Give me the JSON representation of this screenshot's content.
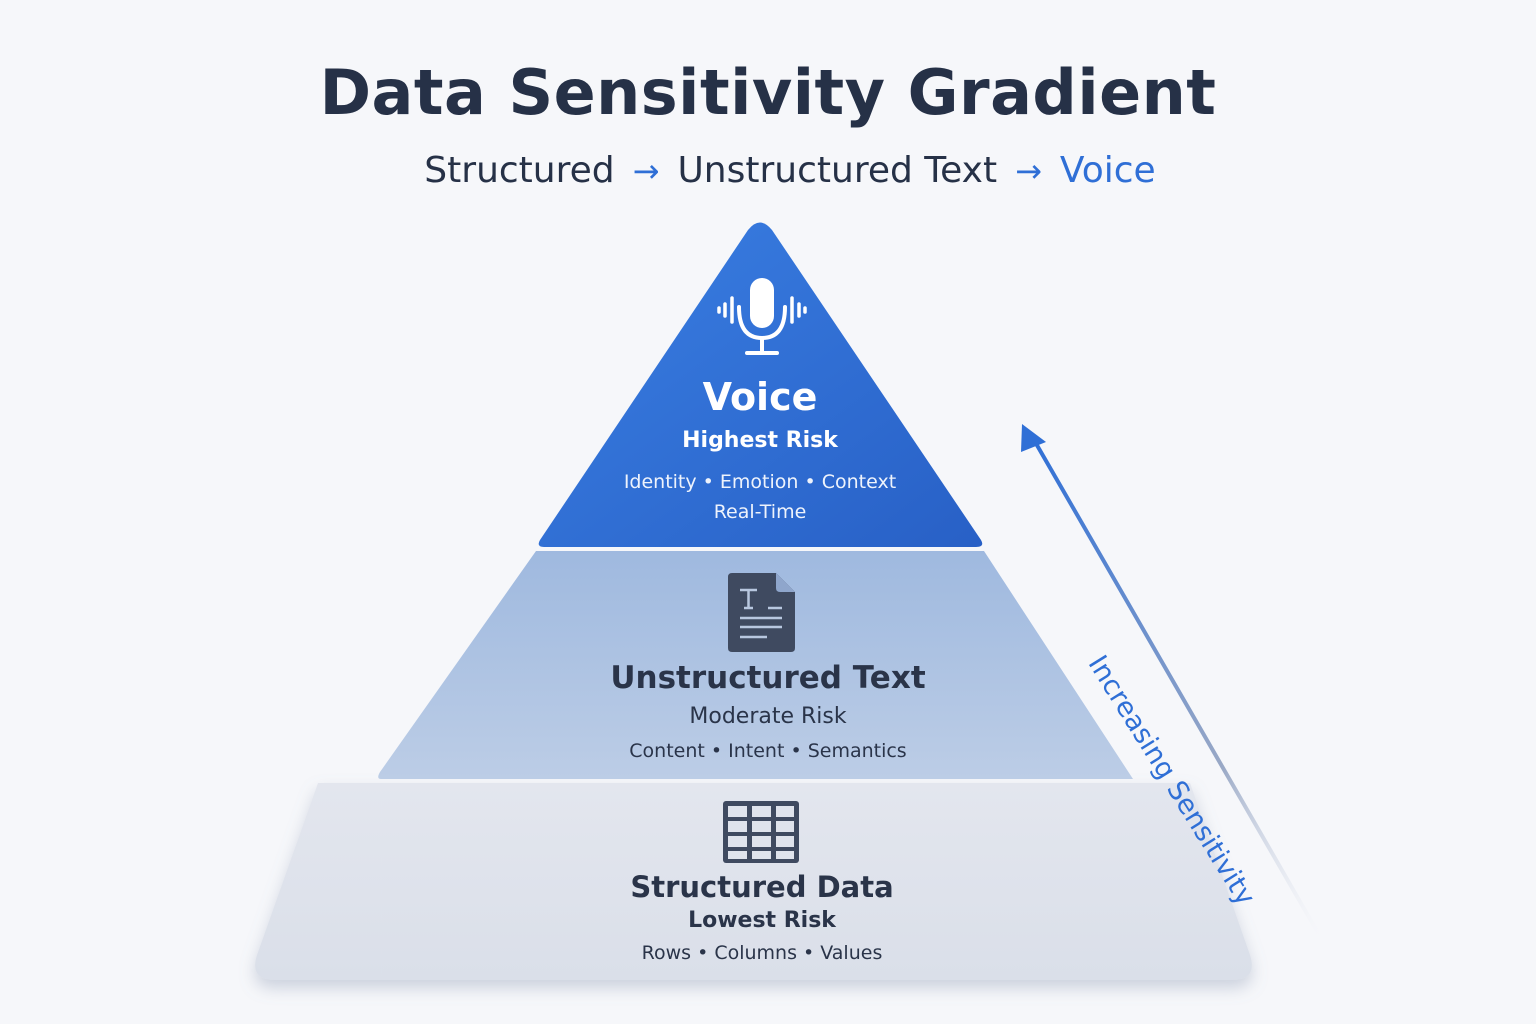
{
  "title": "Data Sensitivity Gradient",
  "progression": {
    "steps": [
      "Structured",
      "Unstructured Text",
      "Voice"
    ],
    "arrow": "→"
  },
  "tiers": [
    {
      "name": "Voice",
      "risk": "Highest Risk",
      "attributes": "Identity • Emotion • Context",
      "attributes_line2": "Real-Time",
      "icon": "microphone-icon",
      "color": "#2f72dc"
    },
    {
      "name": "Unstructured Text",
      "risk": "Moderate Risk",
      "attributes": "Content • Intent • Semantics",
      "icon": "text-document-icon",
      "color": "#a9c0e2"
    },
    {
      "name": "Structured Data",
      "risk": "Lowest Risk",
      "attributes": "Rows • Columns • Values",
      "icon": "table-grid-icon",
      "color": "#dfe3ec"
    }
  ],
  "axis": {
    "label": "Increasing Sensitivity",
    "color": "#2f6fd6"
  }
}
